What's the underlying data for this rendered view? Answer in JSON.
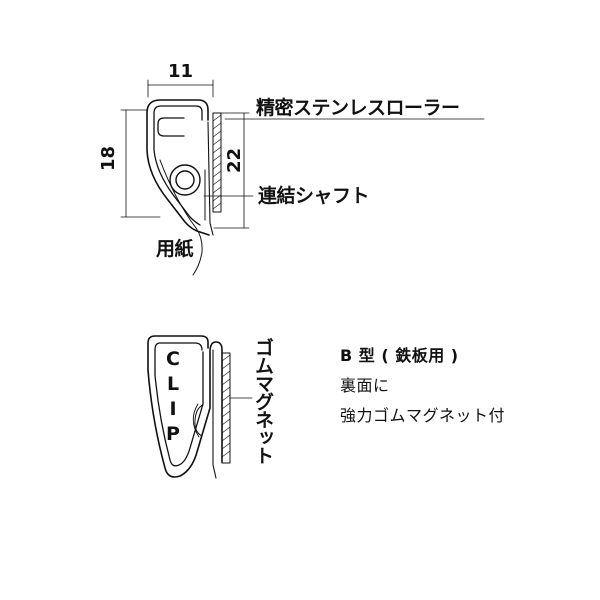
{
  "top_diagram": {
    "dim_width": "11",
    "dim_height_left": "18",
    "dim_height_right": "22",
    "label_roller": "精密ステンレスローラー",
    "label_shaft": "連結シャフト",
    "label_paper": "用紙"
  },
  "bottom_diagram": {
    "clip_text": "CLIP",
    "label_magnet": "ゴムマグネット",
    "type_title": "B 型 ( 鉄板用 )",
    "note_line1": "裏面に",
    "note_line2": "強力ゴムマグネット付"
  }
}
